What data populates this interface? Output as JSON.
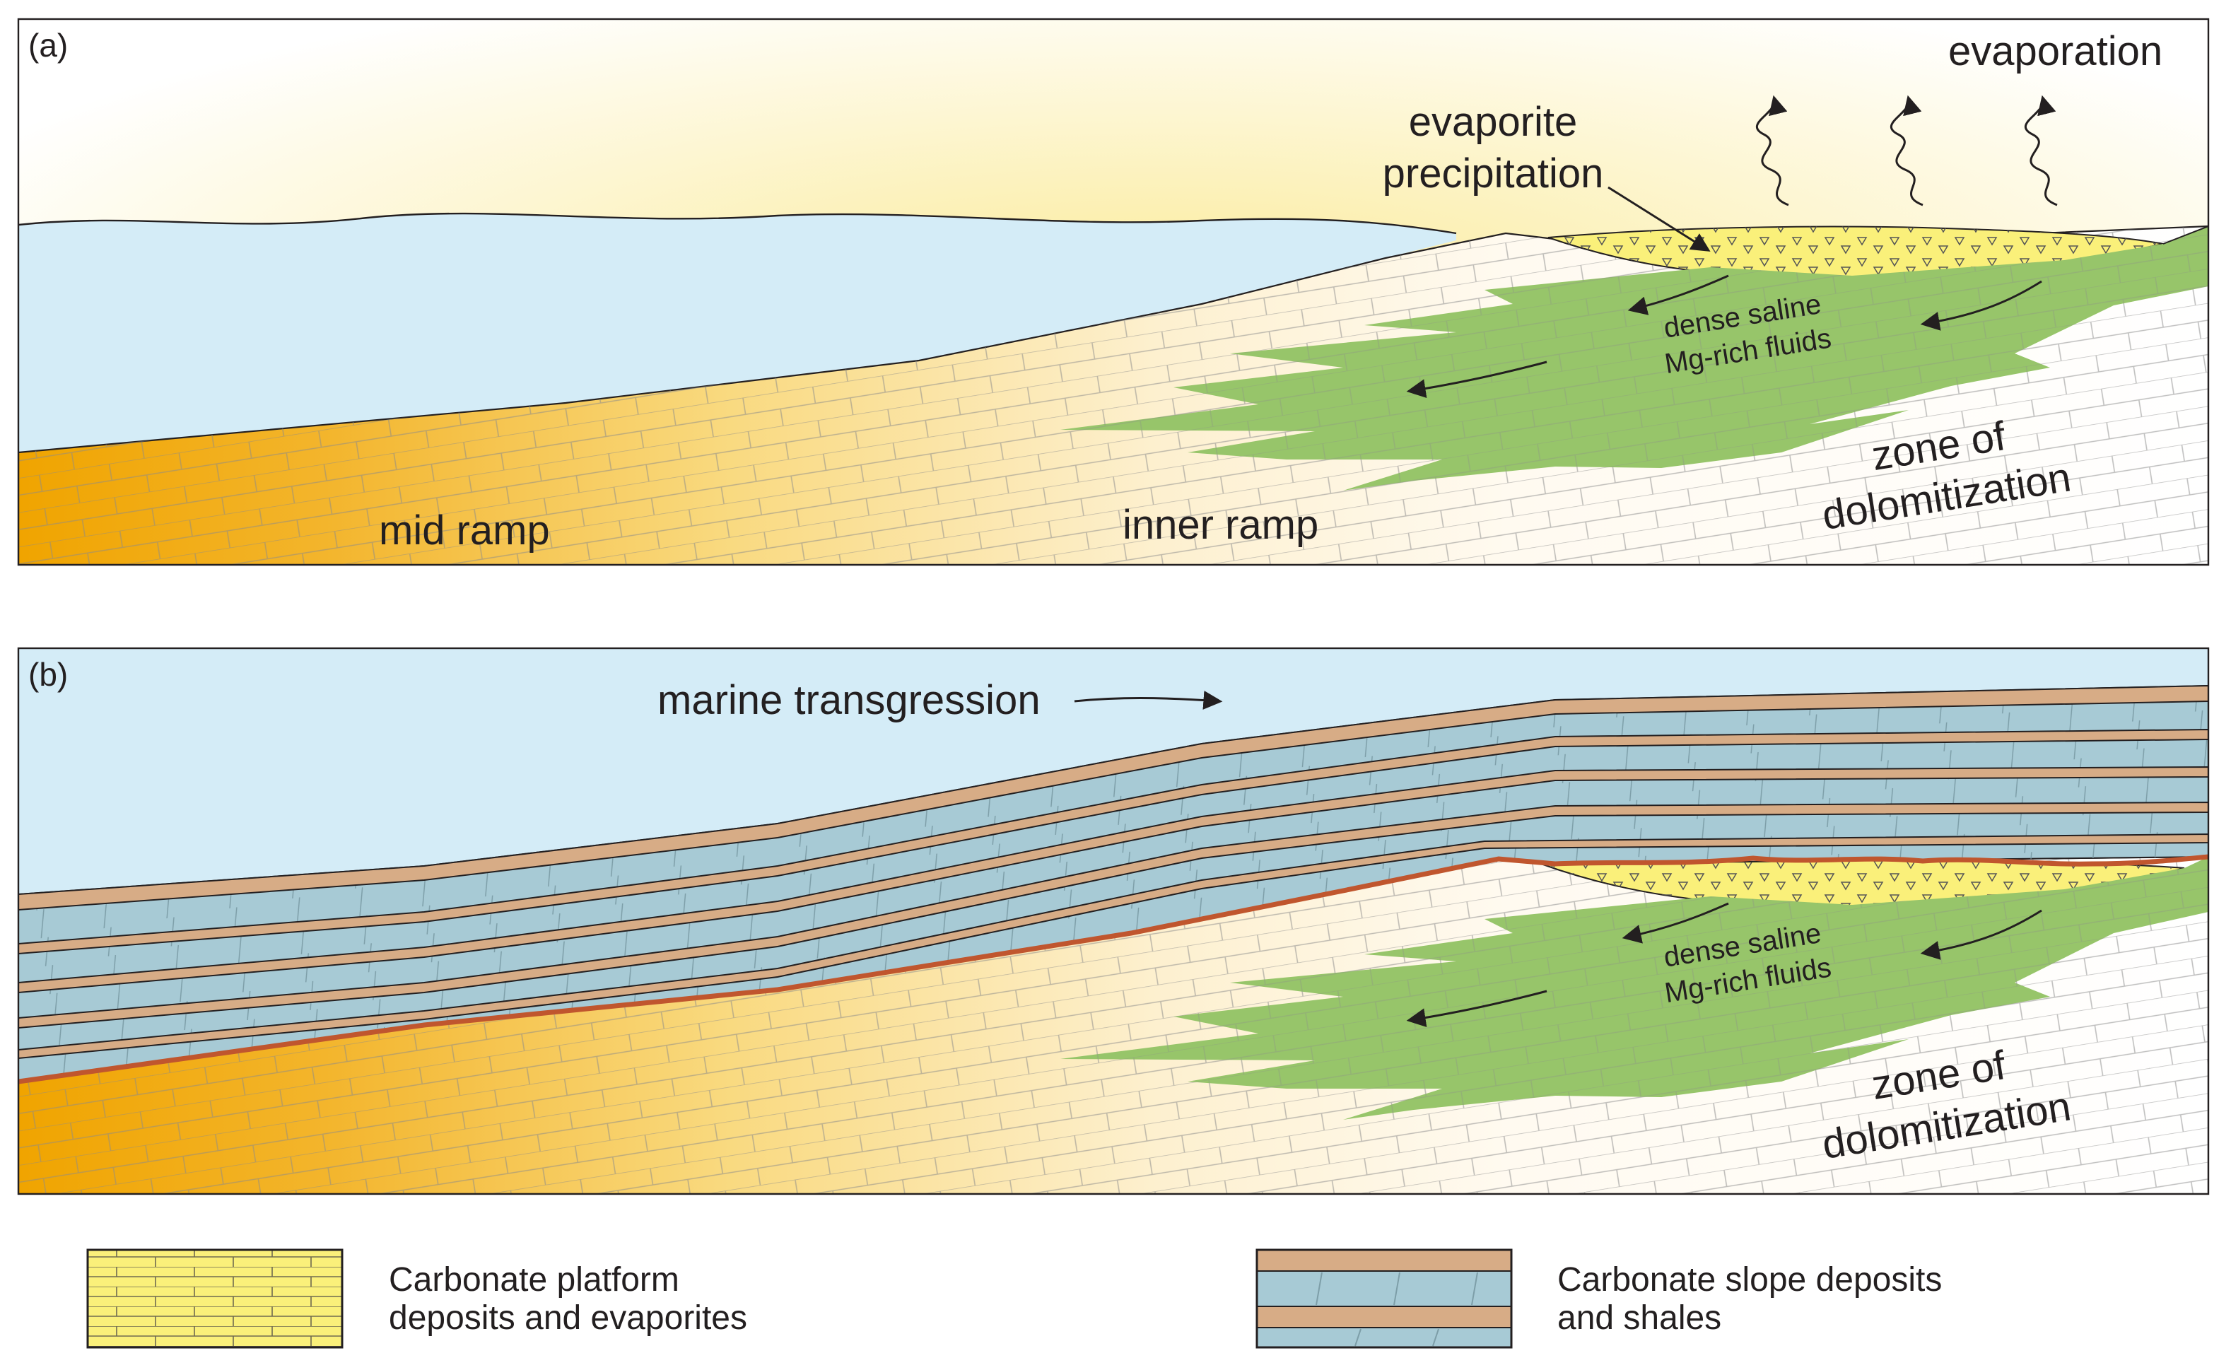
{
  "panel_a": {
    "label": "(a)",
    "evaporation": "evaporation",
    "evaporite_line1": "evaporite",
    "evaporite_line2": "precipitation",
    "fluids_line1": "dense saline",
    "fluids_line2": "Mg-rich fluids",
    "mid_ramp": "mid ramp",
    "inner_ramp": "inner ramp",
    "zone_line1": "zone of",
    "zone_line2": "dolomitization"
  },
  "panel_b": {
    "label": "(b)",
    "transgression": "marine transgression",
    "fluids_line1": "dense saline",
    "fluids_line2": "Mg-rich fluids",
    "zone_line1": "zone of",
    "zone_line2": "dolomitization"
  },
  "legend": {
    "platform_line1": "Carbonate platform",
    "platform_line2": "deposits and evaporites",
    "slope_line1": "Carbonate slope deposits",
    "slope_line2": "and shales"
  },
  "colors": {
    "sea": "#d4ecf7",
    "platform_deep": "#f0a400",
    "platform_mid": "#fbe7a8",
    "platform_light": "#fffbf0",
    "evaporite": "#faf07a",
    "dolomite": "#97c56a",
    "slope": "#a7cad5",
    "shale": "#d7ac86",
    "unconformity": "#c0562e",
    "line": "#231f20"
  },
  "icons": [
    "wavy-arrow-icon",
    "flow-arrow-icon",
    "evaporite-triangle-pattern",
    "brick-pattern"
  ]
}
